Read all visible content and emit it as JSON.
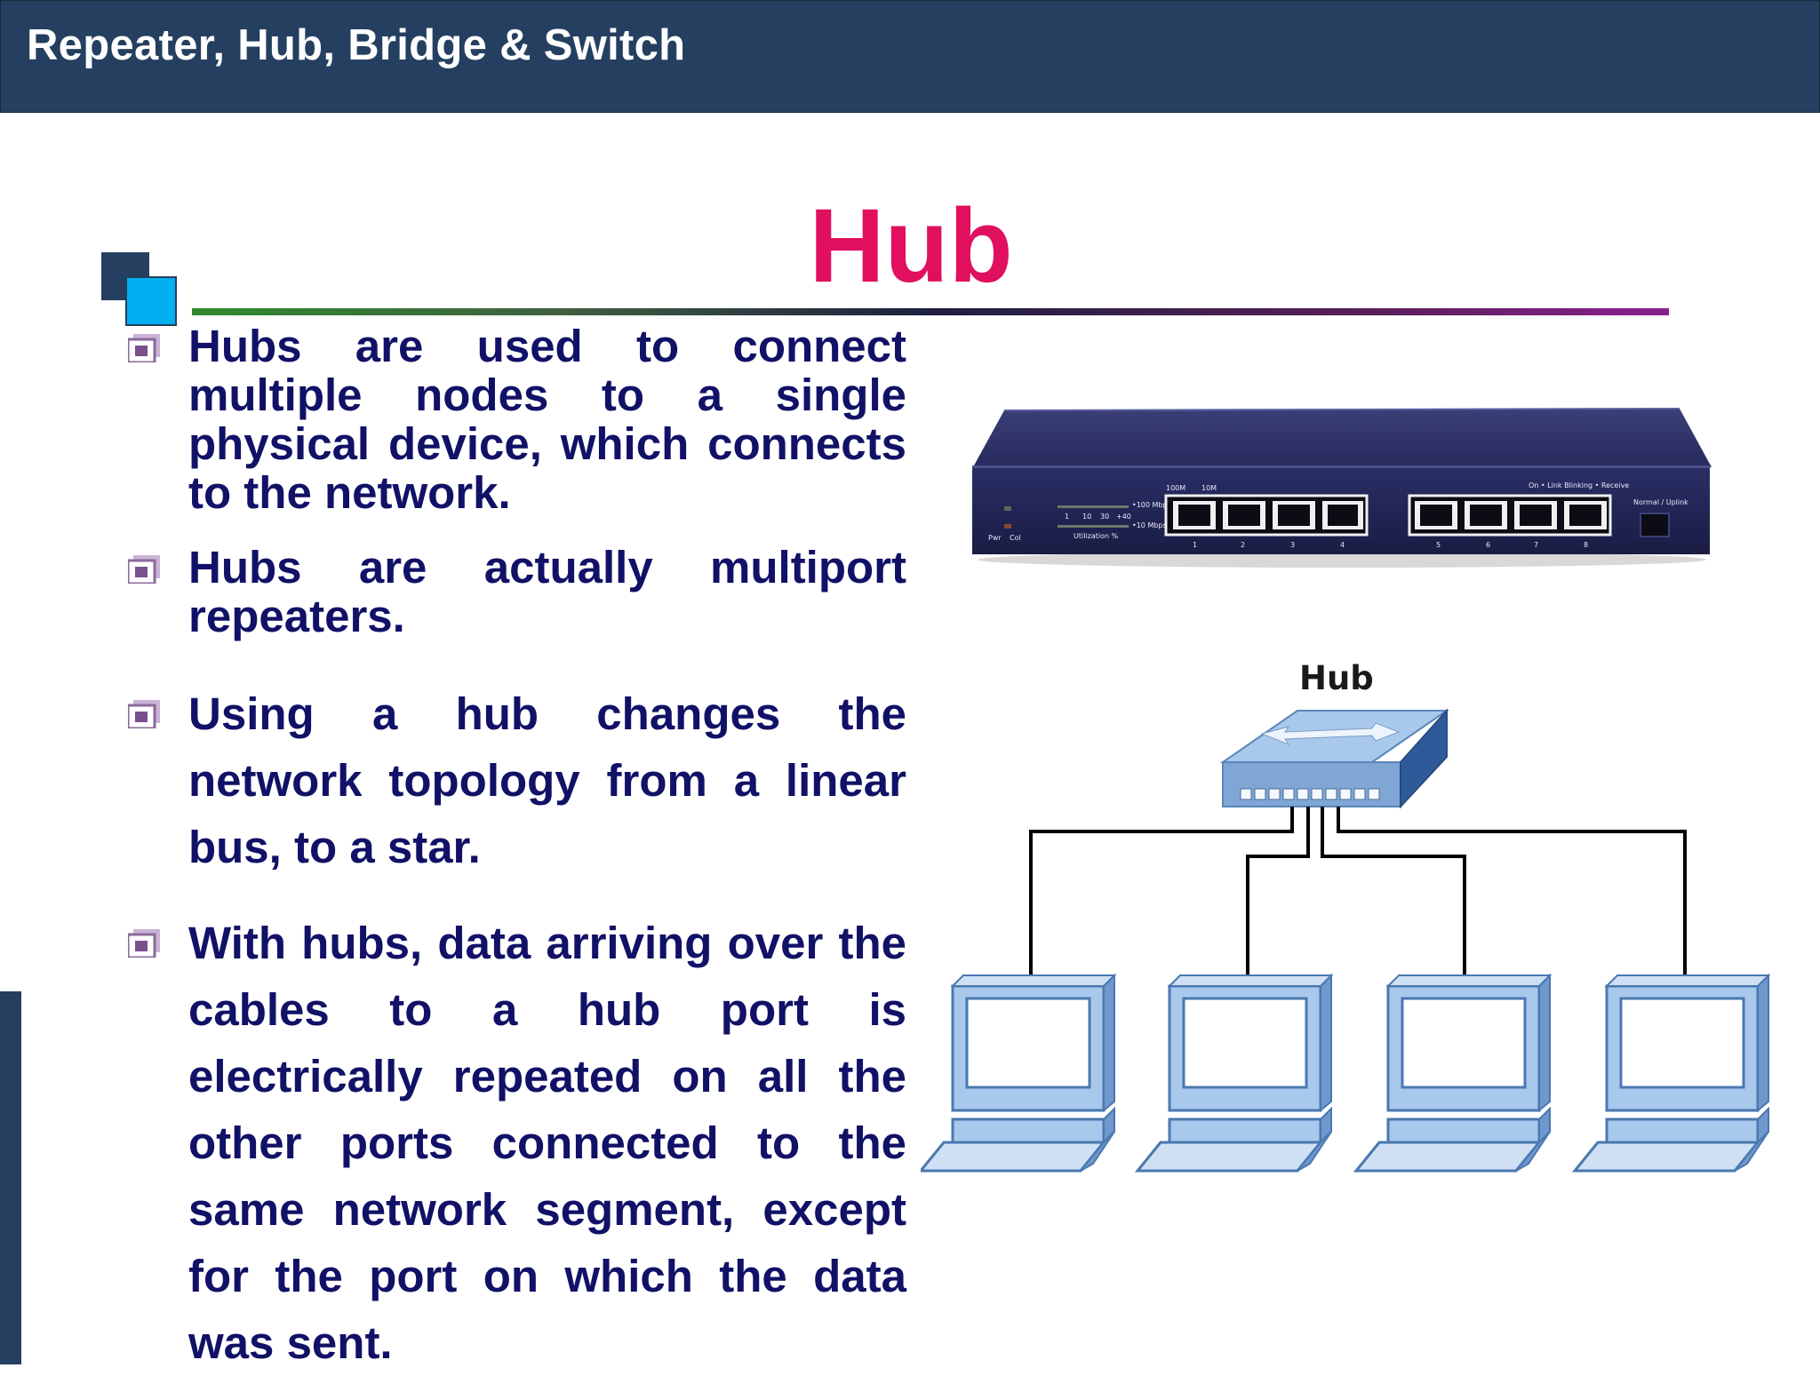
{
  "header": {
    "title": "Repeater, Hub, Bridge & Switch"
  },
  "slide": {
    "title": "Hub"
  },
  "bullets": [
    {
      "text": "Hubs are used to connect multiple nodes to a single physical device, which connects to the network."
    },
    {
      "text": "Hubs are actually multiport repeaters."
    },
    {
      "text": "Using a hub changes the network topology from a linear bus, to a star."
    },
    {
      "text": "With hubs, data arriving over the cables to a hub port is electrically repeated on all the other ports connected to the same network segment, except for the port on which the data was sent."
    }
  ],
  "hub_photo": {
    "top_labels": [
      "100M",
      "10M",
      "On • Link  Blinking • Receive"
    ],
    "led_labels": [
      "Pwr",
      "Col",
      "Utilization %",
      "1",
      "10",
      "30",
      "+40",
      "•100 Mbps",
      "•10 Mbps"
    ],
    "port_numbers": [
      "1",
      "2",
      "3",
      "4",
      "5",
      "6",
      "7",
      "8"
    ],
    "uplink_label": "Normal / Uplink"
  },
  "diagram": {
    "hub_label": "Hub"
  },
  "colors": {
    "header_bg": "#243f60",
    "title": "#e0105f",
    "body_text": "#111167",
    "accent_square": "#00b0f0"
  }
}
